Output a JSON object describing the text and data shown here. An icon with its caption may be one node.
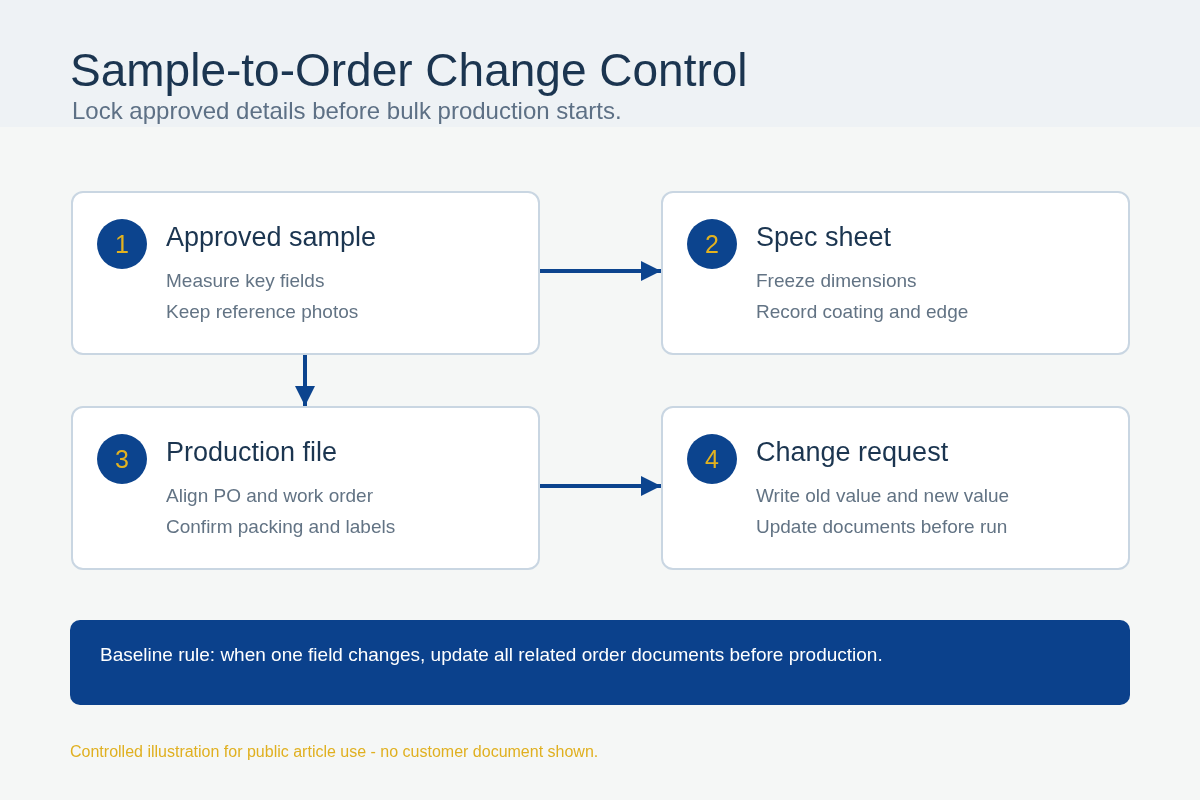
{
  "diagram": {
    "title": "Sample-to-Order Change Control",
    "caption": "Controlled illustration for public article use - no customer document shown.",
    "labels": [
      "Lock approved details before bulk production starts."
    ],
    "nodes": [
      {
        "text": [
          "Approved sample",
          "Measure key fields",
          "Keep reference photos"
        ]
      },
      {
        "text": [
          "1"
        ],
        "in": 0
      },
      {
        "text": [
          "Spec sheet",
          "Freeze dimensions",
          "Record coating and edge"
        ]
      },
      {
        "text": [
          "2"
        ],
        "in": 2
      },
      {
        "text": [
          "Production file",
          "Align PO and work order",
          "Confirm packing and labels"
        ]
      },
      {
        "text": [
          "3"
        ],
        "in": 4
      },
      {
        "text": [
          "Change request",
          "Write old value and new value",
          "Update documents before run"
        ]
      },
      {
        "text": [
          "4"
        ],
        "in": 6
      },
      {
        "text": [
          "Baseline rule: when one field changes, update all related order documents before production."
        ]
      }
    ],
    "edges": [
      {
        "from": 0,
        "to": 2,
        "arrow": "to"
      },
      {
        "from": 0,
        "to": 4,
        "arrow": "to"
      },
      {
        "from": 4,
        "to": 6,
        "arrow": "to"
      }
    ]
  }
}
